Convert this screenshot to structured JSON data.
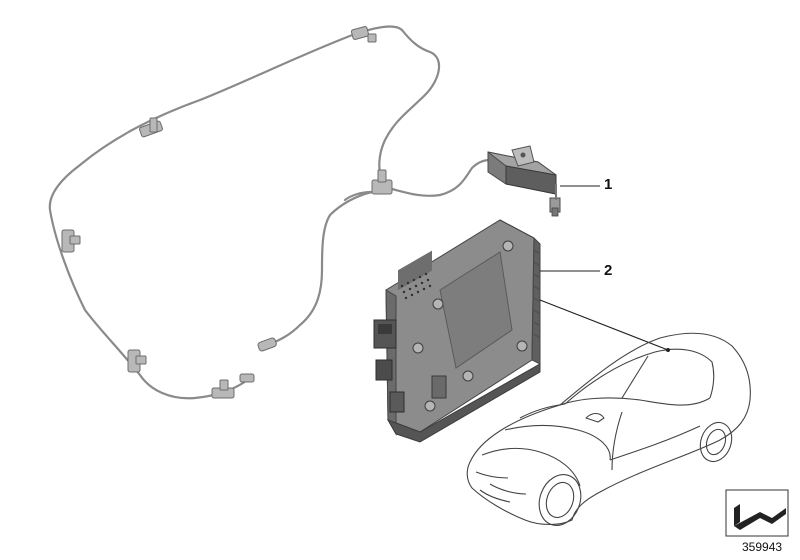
{
  "callouts": {
    "part_1": "1",
    "part_2": "2"
  },
  "reference_number": "359943",
  "colors": {
    "part_dark": "#6a6a6a",
    "part_mid": "#8e8e8e",
    "part_light": "#bdbdbd",
    "line": "#222222",
    "car_outline": "#444444"
  },
  "icons": {
    "reference_icon": "car-arrow-icon"
  }
}
